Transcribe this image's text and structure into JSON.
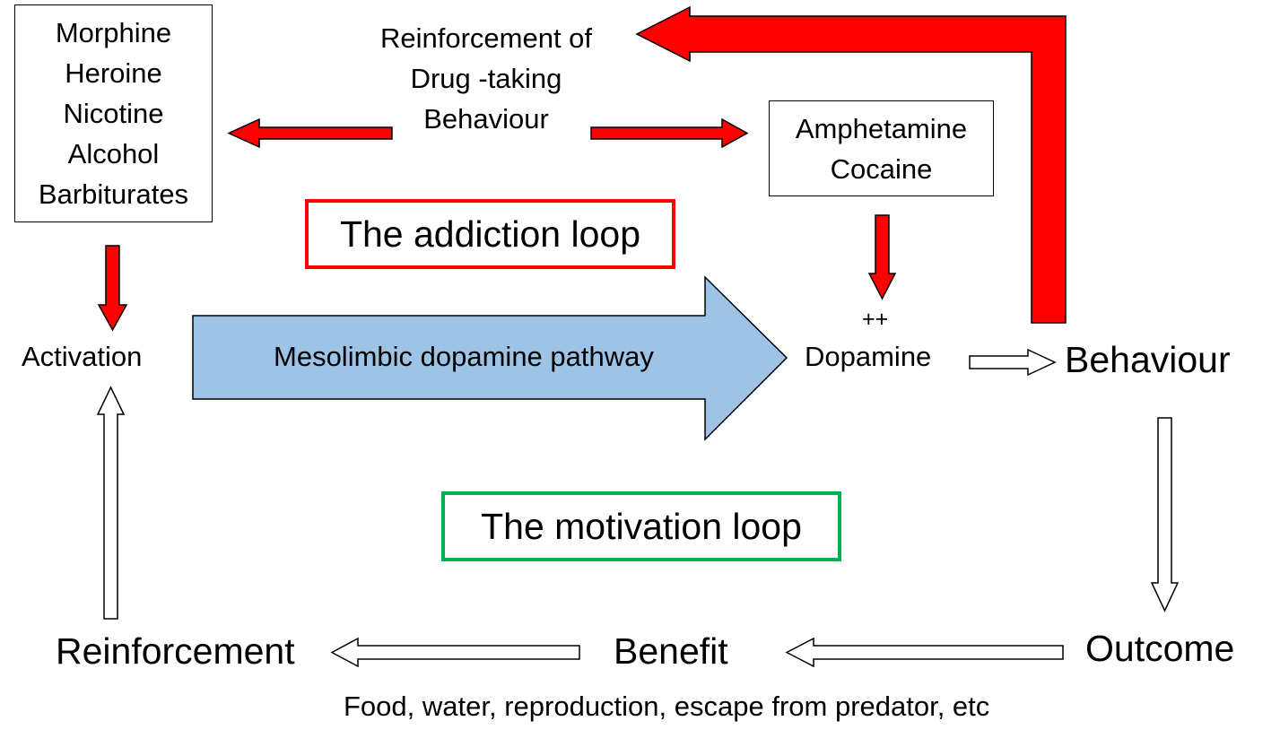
{
  "drugs_box": {
    "items": [
      "Morphine",
      "Heroine",
      "Nicotine",
      "Alcohol",
      "Barbiturates"
    ]
  },
  "reinforcement_drug": {
    "lines": [
      "Reinforcement of",
      "Drug -taking",
      "Behaviour"
    ]
  },
  "stimulants_box": {
    "items": [
      "Amphetamine",
      "Cocaine"
    ]
  },
  "addiction_loop": {
    "label": "The addiction loop",
    "color": "#ff0000"
  },
  "motivation_loop": {
    "label": "The motivation loop",
    "color": "#00b050"
  },
  "nodes": {
    "activation": "Activation",
    "pathway": "Mesolimbic dopamine pathway",
    "plusplus": "++",
    "dopamine": "Dopamine",
    "behaviour": "Behaviour",
    "outcome": "Outcome",
    "benefit": "Benefit",
    "reinforcement": "Reinforcement",
    "examples": "Food, water, reproduction, escape from predator, etc"
  },
  "colors": {
    "drug_arrow": "#ff0000",
    "pathway_fill": "#9dc3e6",
    "outline": "#000000"
  }
}
